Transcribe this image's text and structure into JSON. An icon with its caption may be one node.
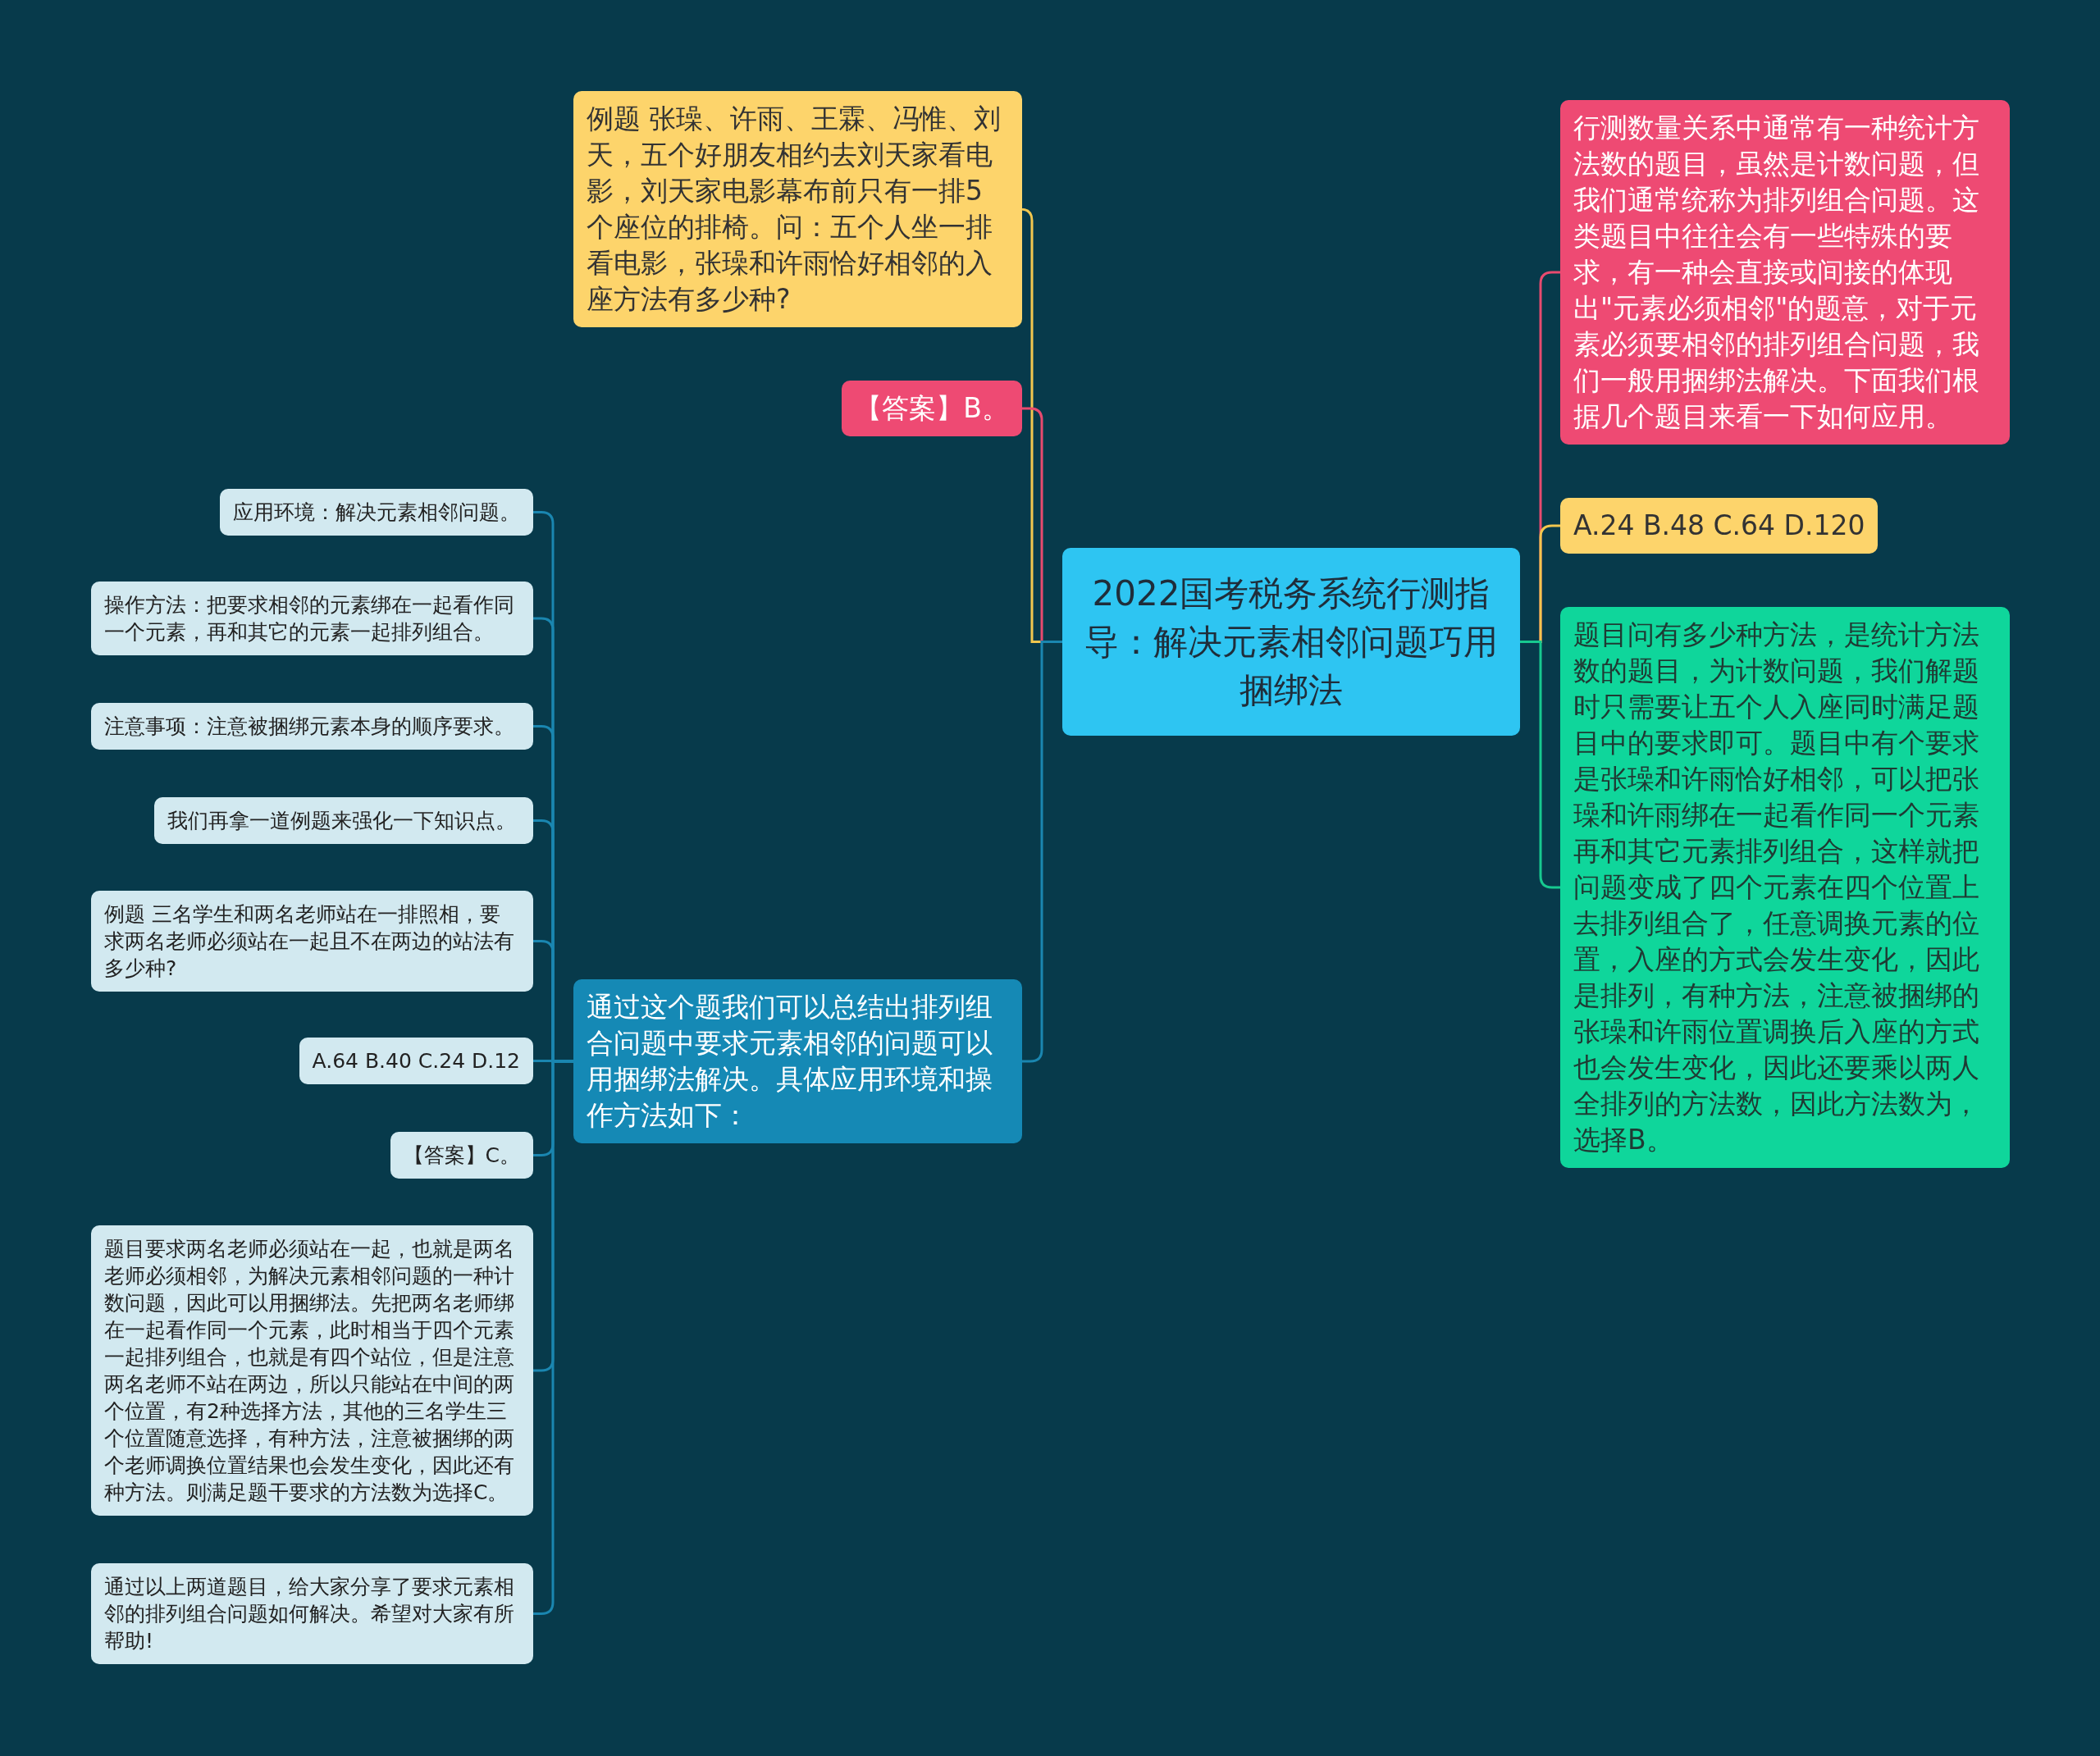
{
  "diagram": {
    "nodes": [
      {
        "text": [
          "2022国考税务系统行测指导：解决元素相邻问题巧用捆绑法"
        ]
      },
      {
        "text": [
          "例题 张璪、许雨、王霖、冯惟、刘天，五个好朋友相约去刘天家看电影，刘天家电影幕布前只有一排5个座位的排椅。问：五个人坐一排看电影，张璪和许雨恰好相邻的入座方法有多少种?"
        ]
      },
      {
        "text": [
          "【答案】B。"
        ]
      },
      {
        "text": [
          "通过这个题我们可以总结出排列组合问题中要求元素相邻的问题可以用捆绑法解决。具体应用环境和操作方法如下："
        ]
      },
      {
        "text": [
          "应用环境：解决元素相邻问题。"
        ]
      },
      {
        "text": [
          "操作方法：把要求相邻的元素绑在一起看作同一个元素，再和其它的元素一起排列组合。"
        ]
      },
      {
        "text": [
          "注意事项：注意被捆绑元素本身的顺序要求。"
        ]
      },
      {
        "text": [
          "我们再拿一道例题来强化一下知识点。"
        ]
      },
      {
        "text": [
          "例题 三名学生和两名老师站在一排照相，要求两名老师必须站在一起且不在两边的站法有多少种?"
        ]
      },
      {
        "text": [
          "A.64 B.40 C.24 D.12"
        ]
      },
      {
        "text": [
          "【答案】C。"
        ]
      },
      {
        "text": [
          "题目要求两名老师必须站在一起，也就是两名老师必须相邻，为解决元素相邻问题的一种计数问题，因此可以用捆绑法。先把两名老师绑在一起看作同一个元素，此时相当于四个元素一起排列组合，也就是有四个站位，但是注意两名老师不站在两边，所以只能站在中间的两个位置，有2种选择方法，其他的三名学生三个位置随意选择，有种方法，注意被捆绑的两个老师调换位置结果也会发生变化，因此还有种方法。则满足题干要求的方法数为选择C。"
        ]
      },
      {
        "text": [
          "通过以上两道题目，给大家分享了要求元素相邻的排列组合问题如何解决。希望对大家有所帮助!"
        ]
      },
      {
        "text": [
          "行测数量关系中通常有一种统计方法数的题目，虽然是计数问题，但我们通常统称为排列组合问题。这类题目中往往会有一些特殊的要求，有一种会直接或间接的体现出\"元素必须相邻\"的题意，对于元素必须要相邻的排列组合问题，我们一般用捆绑法解决。下面我们根据几个题目来看一下如何应用。"
        ]
      },
      {
        "text": [
          "A.24 B.48 C.64 D.120"
        ]
      },
      {
        "text": [
          "题目问有多少种方法，是统计方法数的题目，为计数问题，我们解题时只需要让五个人入座同时满足题目中的要求即可。题目中有个要求是张璪和许雨恰好相邻，可以把张璪和许雨绑在一起看作同一个元素再和其它元素排列组合，这样就把问题变成了四个元素在四个位置上去排列组合了，任意调换元素的位置，入座的方式会发生变化，因此是排列，有种方法，注意被捆绑的张璪和许雨位置调换后入座的方式也会发生变化，因此还要乘以两人全排列的方法数，因此方法数为，选择B。"
        ]
      }
    ],
    "edges": [
      {
        "from": 0,
        "to": 1,
        "arrow": "none",
        "color": "#f2c64e"
      },
      {
        "from": 0,
        "to": 2,
        "arrow": "none",
        "color": "#e84a6f"
      },
      {
        "from": 0,
        "to": 3,
        "arrow": "none"
      },
      {
        "from": 3,
        "to": 4,
        "arrow": "none"
      },
      {
        "from": 3,
        "to": 5,
        "arrow": "none"
      },
      {
        "from": 3,
        "to": 6,
        "arrow": "none"
      },
      {
        "from": 3,
        "to": 7,
        "arrow": "none"
      },
      {
        "from": 3,
        "to": 8,
        "arrow": "none"
      },
      {
        "from": 3,
        "to": 9,
        "arrow": "none"
      },
      {
        "from": 3,
        "to": 10,
        "arrow": "none"
      },
      {
        "from": 3,
        "to": 11,
        "arrow": "none"
      },
      {
        "from": 3,
        "to": 12,
        "arrow": "none"
      },
      {
        "from": 0,
        "to": 13,
        "arrow": "none",
        "color": "#e84a6f"
      },
      {
        "from": 0,
        "to": 14,
        "arrow": "none",
        "color": "#f2c64e"
      },
      {
        "from": 0,
        "to": 15,
        "arrow": "none",
        "color": "#17c98f"
      }
    ]
  }
}
